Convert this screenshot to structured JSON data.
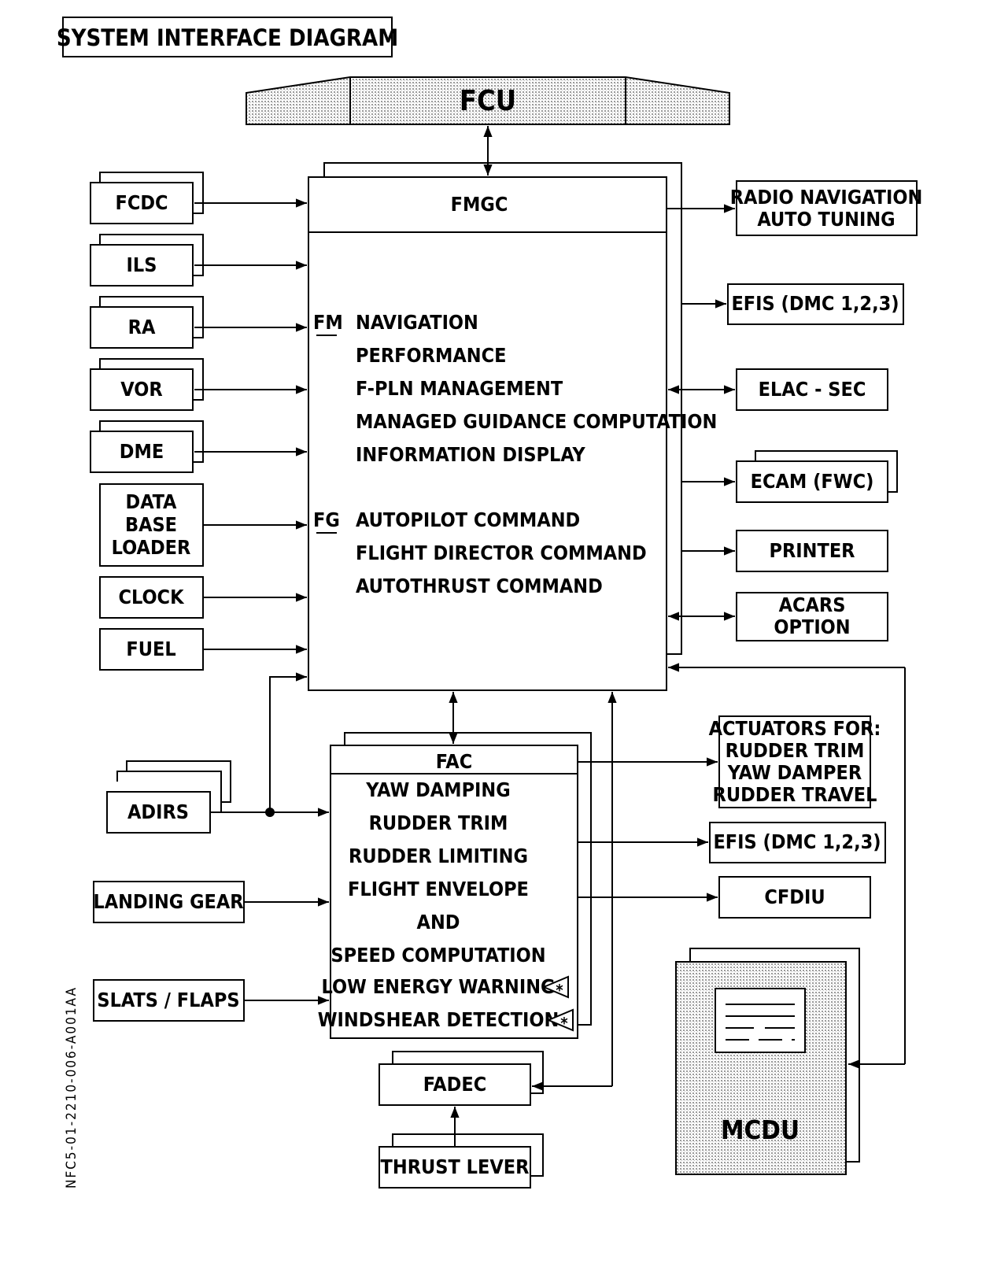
{
  "title": "SYSTEM INTERFACE DIAGRAM",
  "doc_id": "NFC5-01-2210-006-A001AA",
  "fcu": "FCU",
  "fmgc": {
    "title": "FMGC",
    "fm_tag": "FM",
    "fm_items": [
      "NAVIGATION",
      "PERFORMANCE",
      "F-PLN MANAGEMENT",
      "MANAGED GUIDANCE COMPUTATION",
      "INFORMATION DISPLAY"
    ],
    "fg_tag": "FG",
    "fg_items": [
      "AUTOPILOT COMMAND",
      "FLIGHT DIRECTOR COMMAND",
      "AUTOTHRUST COMMAND"
    ]
  },
  "fmgc_inputs": {
    "fcdc": "FCDC",
    "ils": "ILS",
    "ra": "RA",
    "vor": "VOR",
    "dme": "DME",
    "database_loader": [
      "DATA",
      "BASE",
      "LOADER"
    ],
    "clock": "CLOCK",
    "fuel": "FUEL"
  },
  "fmgc_outputs": {
    "radio_nav": [
      "RADIO NAVIGATION",
      "AUTO TUNING"
    ],
    "efis": "EFIS (DMC 1,2,3)",
    "elac_sec": "ELAC - SEC",
    "ecam": "ECAM (FWC)",
    "printer": "PRINTER",
    "acars": [
      "ACARS",
      "OPTION"
    ]
  },
  "fac": {
    "title": "FAC",
    "items": [
      "YAW DAMPING",
      "RUDDER TRIM",
      "RUDDER LIMITING",
      "FLIGHT ENVELOPE",
      "AND",
      "SPEED COMPUTATION",
      "LOW ENERGY WARNING",
      "WINDSHEAR DETECTION"
    ],
    "option_mark": "*"
  },
  "fac_inputs": {
    "adirs": "ADIRS",
    "landing_gear": "LANDING GEAR",
    "slats_flaps": "SLATS / FLAPS"
  },
  "fac_outputs": {
    "actuators": [
      "ACTUATORS FOR:",
      "RUDDER TRIM",
      "YAW DAMPER",
      "RUDDER TRAVEL"
    ],
    "efis": "EFIS (DMC 1,2,3)",
    "cfdiu": "CFDIU"
  },
  "fadec": "FADEC",
  "thrust_lever": "THRUST LEVER",
  "mcdu": "MCDU"
}
